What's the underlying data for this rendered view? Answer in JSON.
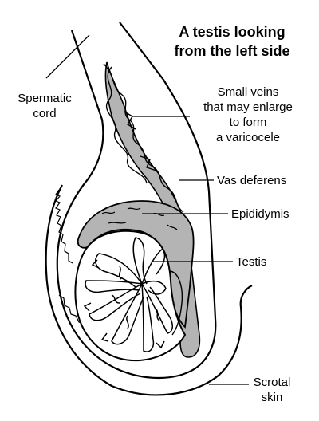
{
  "title": {
    "line1": "A testis looking",
    "line2": "from the left side"
  },
  "labels": {
    "spermatic_cord": [
      "Spermatic",
      "cord"
    ],
    "small_veins": [
      "Small veins",
      "that may enlarge",
      "to form",
      "a varicocele"
    ],
    "vas_deferens": "Vas deferens",
    "epididymis": "Epididymis",
    "testis": "Testis",
    "scrotal_skin": [
      "Scrotal",
      "skin"
    ]
  },
  "colors": {
    "line": "#000000",
    "fill_gray": "#b4b4b4",
    "background": "#ffffff"
  }
}
